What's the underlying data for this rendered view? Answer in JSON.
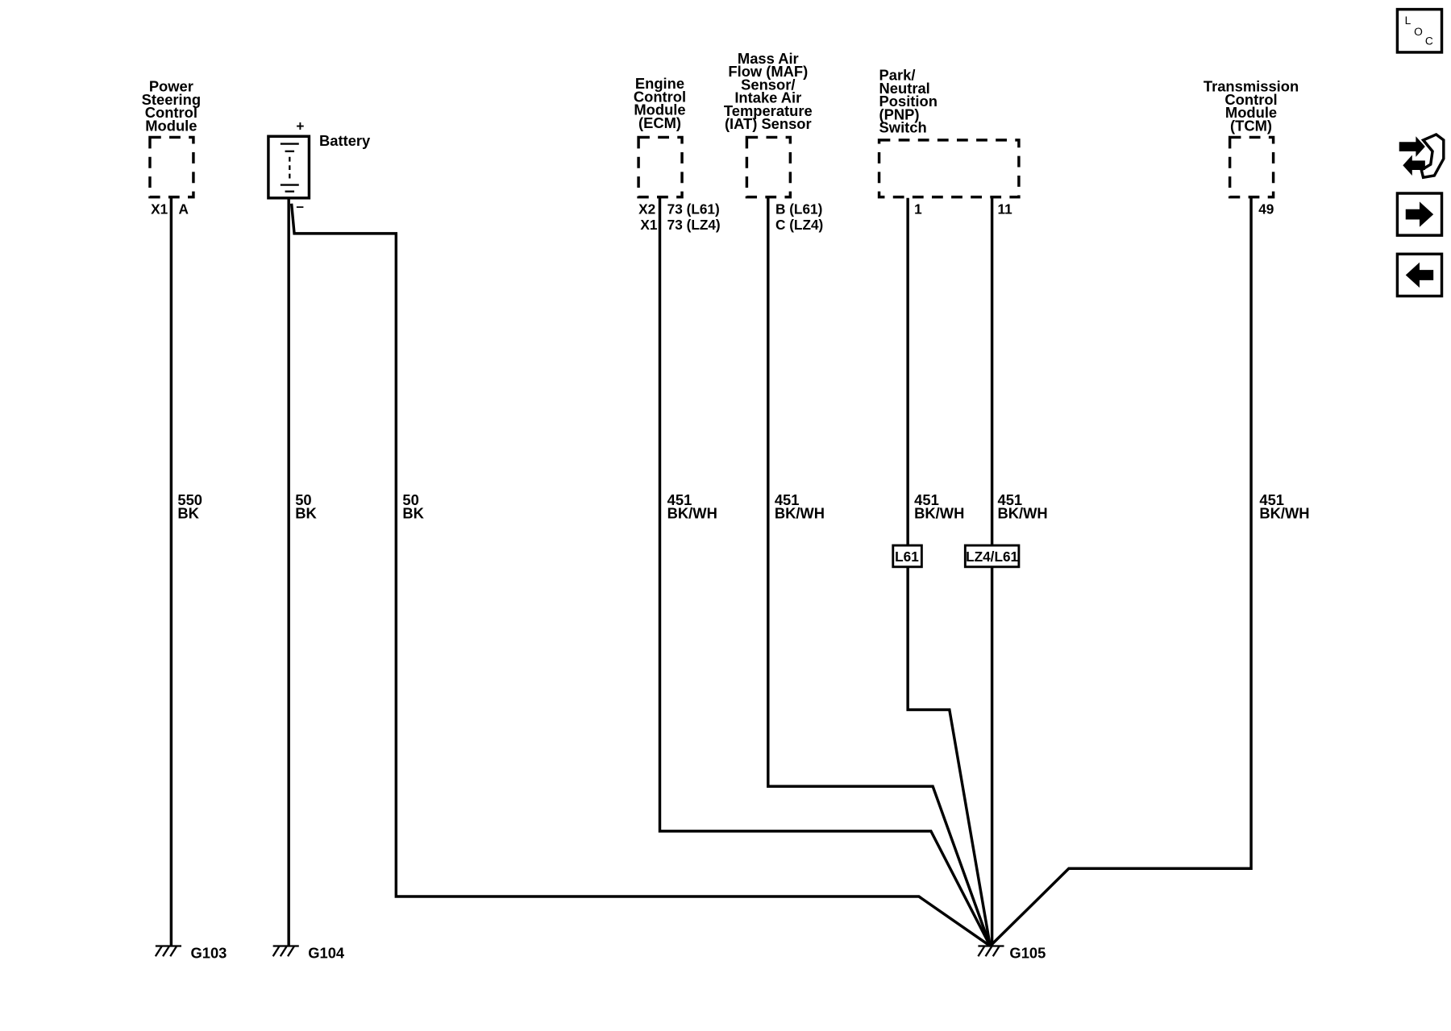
{
  "components": {
    "pscm": {
      "name_lines": [
        "Power",
        "Steering",
        "Control",
        "Module"
      ],
      "conn": "X1",
      "pin": "A"
    },
    "battery": {
      "name": "Battery",
      "plus": "+",
      "minus": "–"
    },
    "ecm": {
      "name_lines": [
        "Engine",
        "Control",
        "Module",
        "(ECM)"
      ],
      "pins": [
        [
          "X2",
          "73 (L61)"
        ],
        [
          "X1",
          "73 (LZ4)"
        ]
      ]
    },
    "maf": {
      "name_lines": [
        "Mass Air",
        "Flow (MAF)",
        "Sensor/",
        "Intake Air",
        "Temperature",
        "(IAT) Sensor"
      ],
      "pins": [
        "B (L61)",
        "C (LZ4)"
      ]
    },
    "pnp": {
      "name_lines": [
        "Park/",
        "Neutral",
        "Position",
        "(PNP)",
        "Switch"
      ],
      "pin_a": "1",
      "pin_b": "11"
    },
    "tcm": {
      "name_lines": [
        "Transmission",
        "Control",
        "Module",
        "(TCM)"
      ],
      "pin": "49"
    }
  },
  "wires": {
    "pscm": {
      "circuit": "550",
      "color": "BK"
    },
    "battery_left": {
      "circuit": "50",
      "color": "BK"
    },
    "battery_right": {
      "circuit": "50",
      "color": "BK"
    },
    "ecm": {
      "circuit": "451",
      "color": "BK/WH"
    },
    "maf": {
      "circuit": "451",
      "color": "BK/WH"
    },
    "pnp_1": {
      "circuit": "451",
      "color": "BK/WH"
    },
    "pnp_11": {
      "circuit": "451",
      "color": "BK/WH"
    },
    "tcm": {
      "circuit": "451",
      "color": "BK/WH"
    }
  },
  "options": {
    "pnp_1": "L61",
    "pnp_11": "LZ4/L61"
  },
  "grounds": {
    "g103": "G103",
    "g104": "G104",
    "g105": "G105"
  },
  "sidebar": {
    "loc_button": {
      "l": "L",
      "o": "O",
      "c": "C"
    },
    "connector_icon": "connector-end-view-icon",
    "next_icon": "arrow-right-icon",
    "prev_icon": "arrow-left-icon"
  }
}
